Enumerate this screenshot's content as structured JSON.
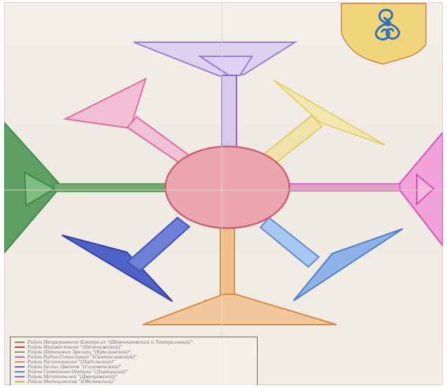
{
  "poster": {
    "title": "",
    "emblem_icon": "triple-spiral-icon",
    "colors": {
      "paper": "#efeae4",
      "center": "#e7a0a8",
      "violet": "#9b7bd0",
      "pink": "#e7a2c5",
      "yellow": "#efe3a0",
      "green": "#66a66a",
      "magenta": "#d45ab7",
      "blue_dark": "#4f63c7",
      "blue_light": "#86aee4",
      "orange": "#e2a35e",
      "emblem_bg": "#f1d57a",
      "emblem_spiral": "#2f70b8"
    }
  },
  "legend": {
    "items": [
      {
        "text": "Район Непрерывного Контроля \"(Шевченковский и Театральный)\"",
        "color": "#d55d61"
      },
      {
        "text": "Район Неизвестного \"(Печенежский)\"",
        "color": "#b33b3a"
      },
      {
        "text": "Район Потешных Зрелищ \"(Крылинский)\"",
        "color": "#7fa04a"
      },
      {
        "text": "Район Радио-Сигнальный \"(Святославский)\"",
        "color": "#d45ab7"
      },
      {
        "text": "Район Раскопанного \"(Подольский)\"",
        "color": "#d19056"
      },
      {
        "text": "Район Белых Цветов \"(Соломенский)\"",
        "color": "#4f63c7"
      },
      {
        "text": "Район Семейного Отдыха \"(Дарницкий)\"",
        "color": "#3e8acb"
      },
      {
        "text": "Район Мечтателей \"(Днепровский)\"",
        "color": "#8a60c7"
      },
      {
        "text": "Район Медицинский \"(Оболонский)\"",
        "color": "#d7b03c"
      }
    ]
  }
}
